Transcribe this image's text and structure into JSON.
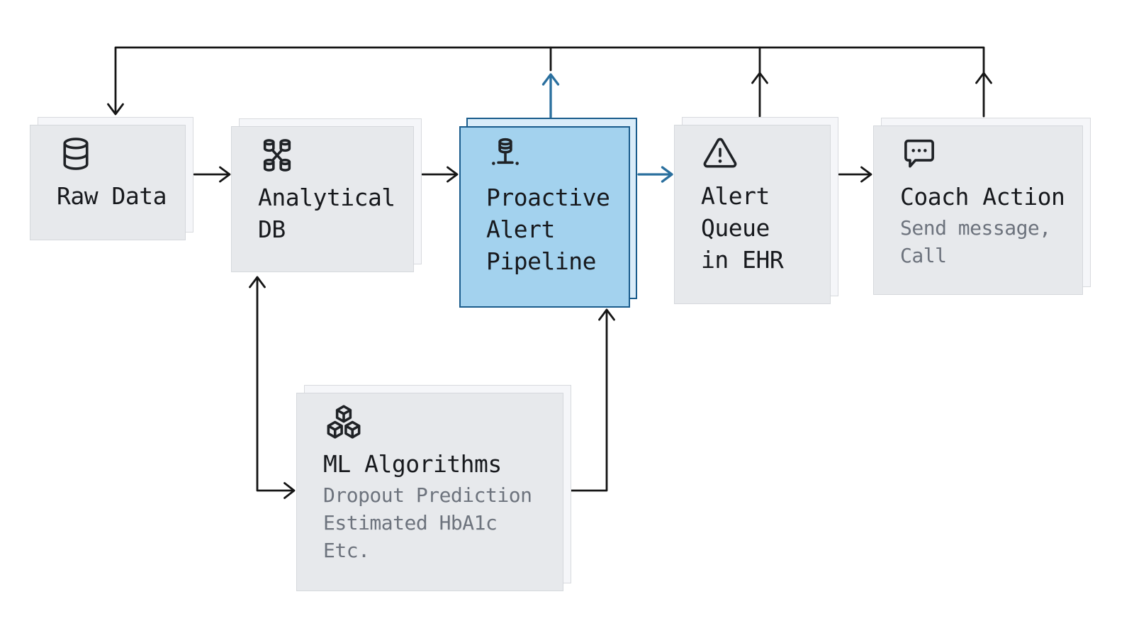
{
  "diagram": {
    "nodes": [
      {
        "id": "raw-data",
        "label": "Raw Data",
        "sublabel": "",
        "icon": "database-icon"
      },
      {
        "id": "analytical-db",
        "label": "Analytical\nDB",
        "sublabel": "",
        "icon": "database-cluster-icon"
      },
      {
        "id": "proactive-alert-pipeline",
        "label": "Proactive\nAlert\nPipeline",
        "sublabel": "",
        "icon": "database-network-icon",
        "highlighted": true
      },
      {
        "id": "alert-queue-in-ehr",
        "label": "Alert\nQueue\nin EHR",
        "sublabel": "",
        "icon": "alert-triangle-icon"
      },
      {
        "id": "coach-action",
        "label": "Coach Action",
        "sublabel": "Send message,\nCall",
        "icon": "message-dots-icon"
      },
      {
        "id": "ml-algorithms",
        "label": "ML Algorithms",
        "sublabel": "Dropout Prediction\nEstimated HbA1c\nEtc.",
        "icon": "cubes-icon"
      }
    ],
    "edges": [
      {
        "from": "raw-data",
        "to": "analytical-db",
        "color": "black"
      },
      {
        "from": "analytical-db",
        "to": "proactive-alert-pipeline",
        "color": "black"
      },
      {
        "from": "proactive-alert-pipeline",
        "to": "alert-queue-in-ehr",
        "color": "blue"
      },
      {
        "from": "alert-queue-in-ehr",
        "to": "coach-action",
        "color": "black"
      },
      {
        "from": "analytical-db",
        "to": "ml-algorithms",
        "color": "black",
        "bidirectional": true
      },
      {
        "from": "ml-algorithms",
        "to": "proactive-alert-pipeline",
        "color": "black"
      },
      {
        "from": "proactive-alert-pipeline",
        "to": "raw-data",
        "via": "top-feedback-line",
        "color": "blue-then-black"
      },
      {
        "from": "alert-queue-in-ehr",
        "to": "raw-data",
        "via": "top-feedback-line",
        "color": "black"
      },
      {
        "from": "coach-action",
        "to": "raw-data",
        "via": "top-feedback-line",
        "color": "black"
      }
    ],
    "colors": {
      "accent_blue": "#2a6f9e",
      "highlight_fill": "#d9ecf9",
      "highlight_border": "#1a5c8c",
      "highlight_shadow_fill": "#a3d2ee",
      "card_fill": "#f5f6f9",
      "card_border": "#d8dade",
      "line_black": "#151515",
      "title_text": "#17191d",
      "subtitle_text": "#6d737d"
    }
  }
}
